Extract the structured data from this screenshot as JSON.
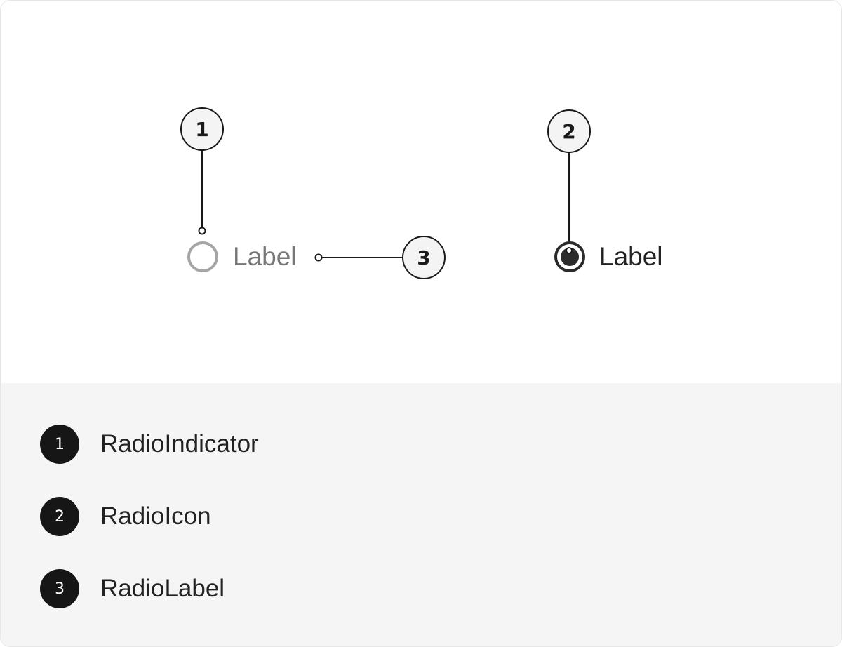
{
  "diagram": {
    "unchecked_label": "Label",
    "checked_label": "Label",
    "callouts": [
      "1",
      "2",
      "3"
    ]
  },
  "legend": {
    "items": [
      {
        "number": "1",
        "name": "RadioIndicator"
      },
      {
        "number": "2",
        "name": "RadioIcon"
      },
      {
        "number": "3",
        "name": "RadioLabel"
      }
    ]
  },
  "colors": {
    "badge": "#161616",
    "legend_background": "#f5f5f5",
    "radio_unchecked_border": "#a6a6a6",
    "radio_checked": "#2b2b2b"
  }
}
